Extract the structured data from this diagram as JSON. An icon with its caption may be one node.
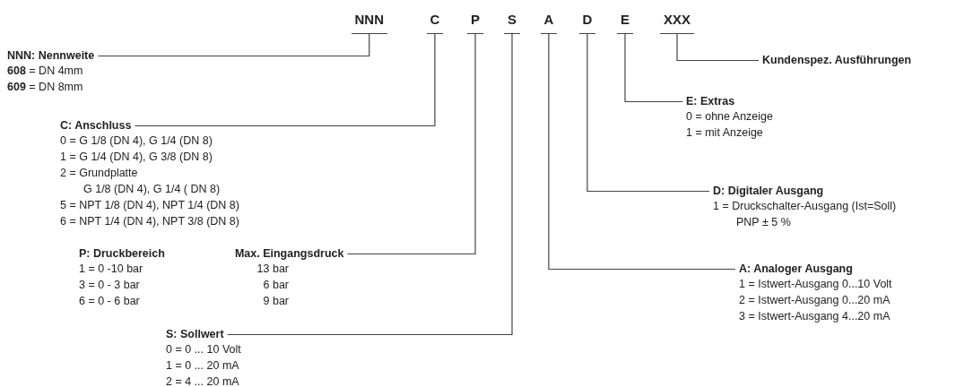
{
  "diagram": {
    "nodes": [
      {
        "text": [
          "NNN"
        ]
      },
      {
        "text": [
          "C"
        ]
      },
      {
        "text": [
          "P"
        ]
      },
      {
        "text": [
          "S"
        ]
      },
      {
        "text": [
          "A"
        ]
      },
      {
        "text": [
          "D"
        ]
      },
      {
        "text": [
          "E"
        ]
      },
      {
        "text": [
          "XXX"
        ]
      },
      {
        "text": [
          "NNN: Nennweite"
        ],
        "beside": [
          "**608** = DN 4mm",
          "**609** = DN 8mm"
        ]
      },
      {
        "text": [
          "Kundenspez. Ausführungen"
        ]
      },
      {
        "text": [
          "E: Extras"
        ],
        "beside": [
          "0 = ohne Anzeige",
          "1 = mit Anzeige"
        ]
      },
      {
        "text": [
          "C: Anschluss"
        ],
        "beside": [
          "0 = G 1/8 (DN 4), G 1/4 (DN 8)",
          "1 = G 1/4 (DN 4), G 3/8 (DN 8)",
          "2 = Grundplatte",
          "G 1/8 (DN 4), G 1/4 ( DN 8)",
          "5 = NPT 1/8 (DN 4), NPT 1/4 (DN 8)",
          "6 = NPT 1/4 (DN 4), NPT 3/8 (DN 8)"
        ]
      },
      {
        "text": [
          "D: Digitaler Ausgang"
        ],
        "beside": [
          "1 = Druckschalter-Ausgang (Ist=Soll)",
          "PNP ± 5 %"
        ]
      },
      {
        "text": [
          "P: Druckbereich",
          "Max. Eingangsdruck"
        ],
        "beside": [
          "1 = 0 -10 bar",
          "13 bar",
          "3 = 0 - 3 bar",
          "6 bar",
          "6 = 0 - 6 bar",
          "9 bar"
        ]
      },
      {
        "text": [
          "A: Analoger Ausgang"
        ],
        "beside": [
          "1 = Istwert-Ausgang 0...10 Volt",
          "2 = Istwert-Ausgang 0...20 mA",
          "3 = Istwert-Ausgang 4...20 mA"
        ]
      },
      {
        "text": [
          "S: Sollwert"
        ],
        "beside": [
          "0 = 0 ... 10 Volt",
          "1 = 0 ... 20 mA",
          "2 = 4 ... 20 mA"
        ]
      }
    ],
    "edges": [
      {
        "from": 8,
        "to": 0,
        "arrow": "none"
      },
      {
        "from": 9,
        "to": 7,
        "arrow": "none"
      },
      {
        "from": 10,
        "to": 6,
        "arrow": "none"
      },
      {
        "from": 11,
        "to": 1,
        "arrow": "none"
      },
      {
        "from": 12,
        "to": 5,
        "arrow": "none"
      },
      {
        "from": 13,
        "to": 2,
        "arrow": "none"
      },
      {
        "from": 14,
        "to": 4,
        "arrow": "none"
      },
      {
        "from": 15,
        "to": 3,
        "arrow": "none"
      }
    ]
  }
}
